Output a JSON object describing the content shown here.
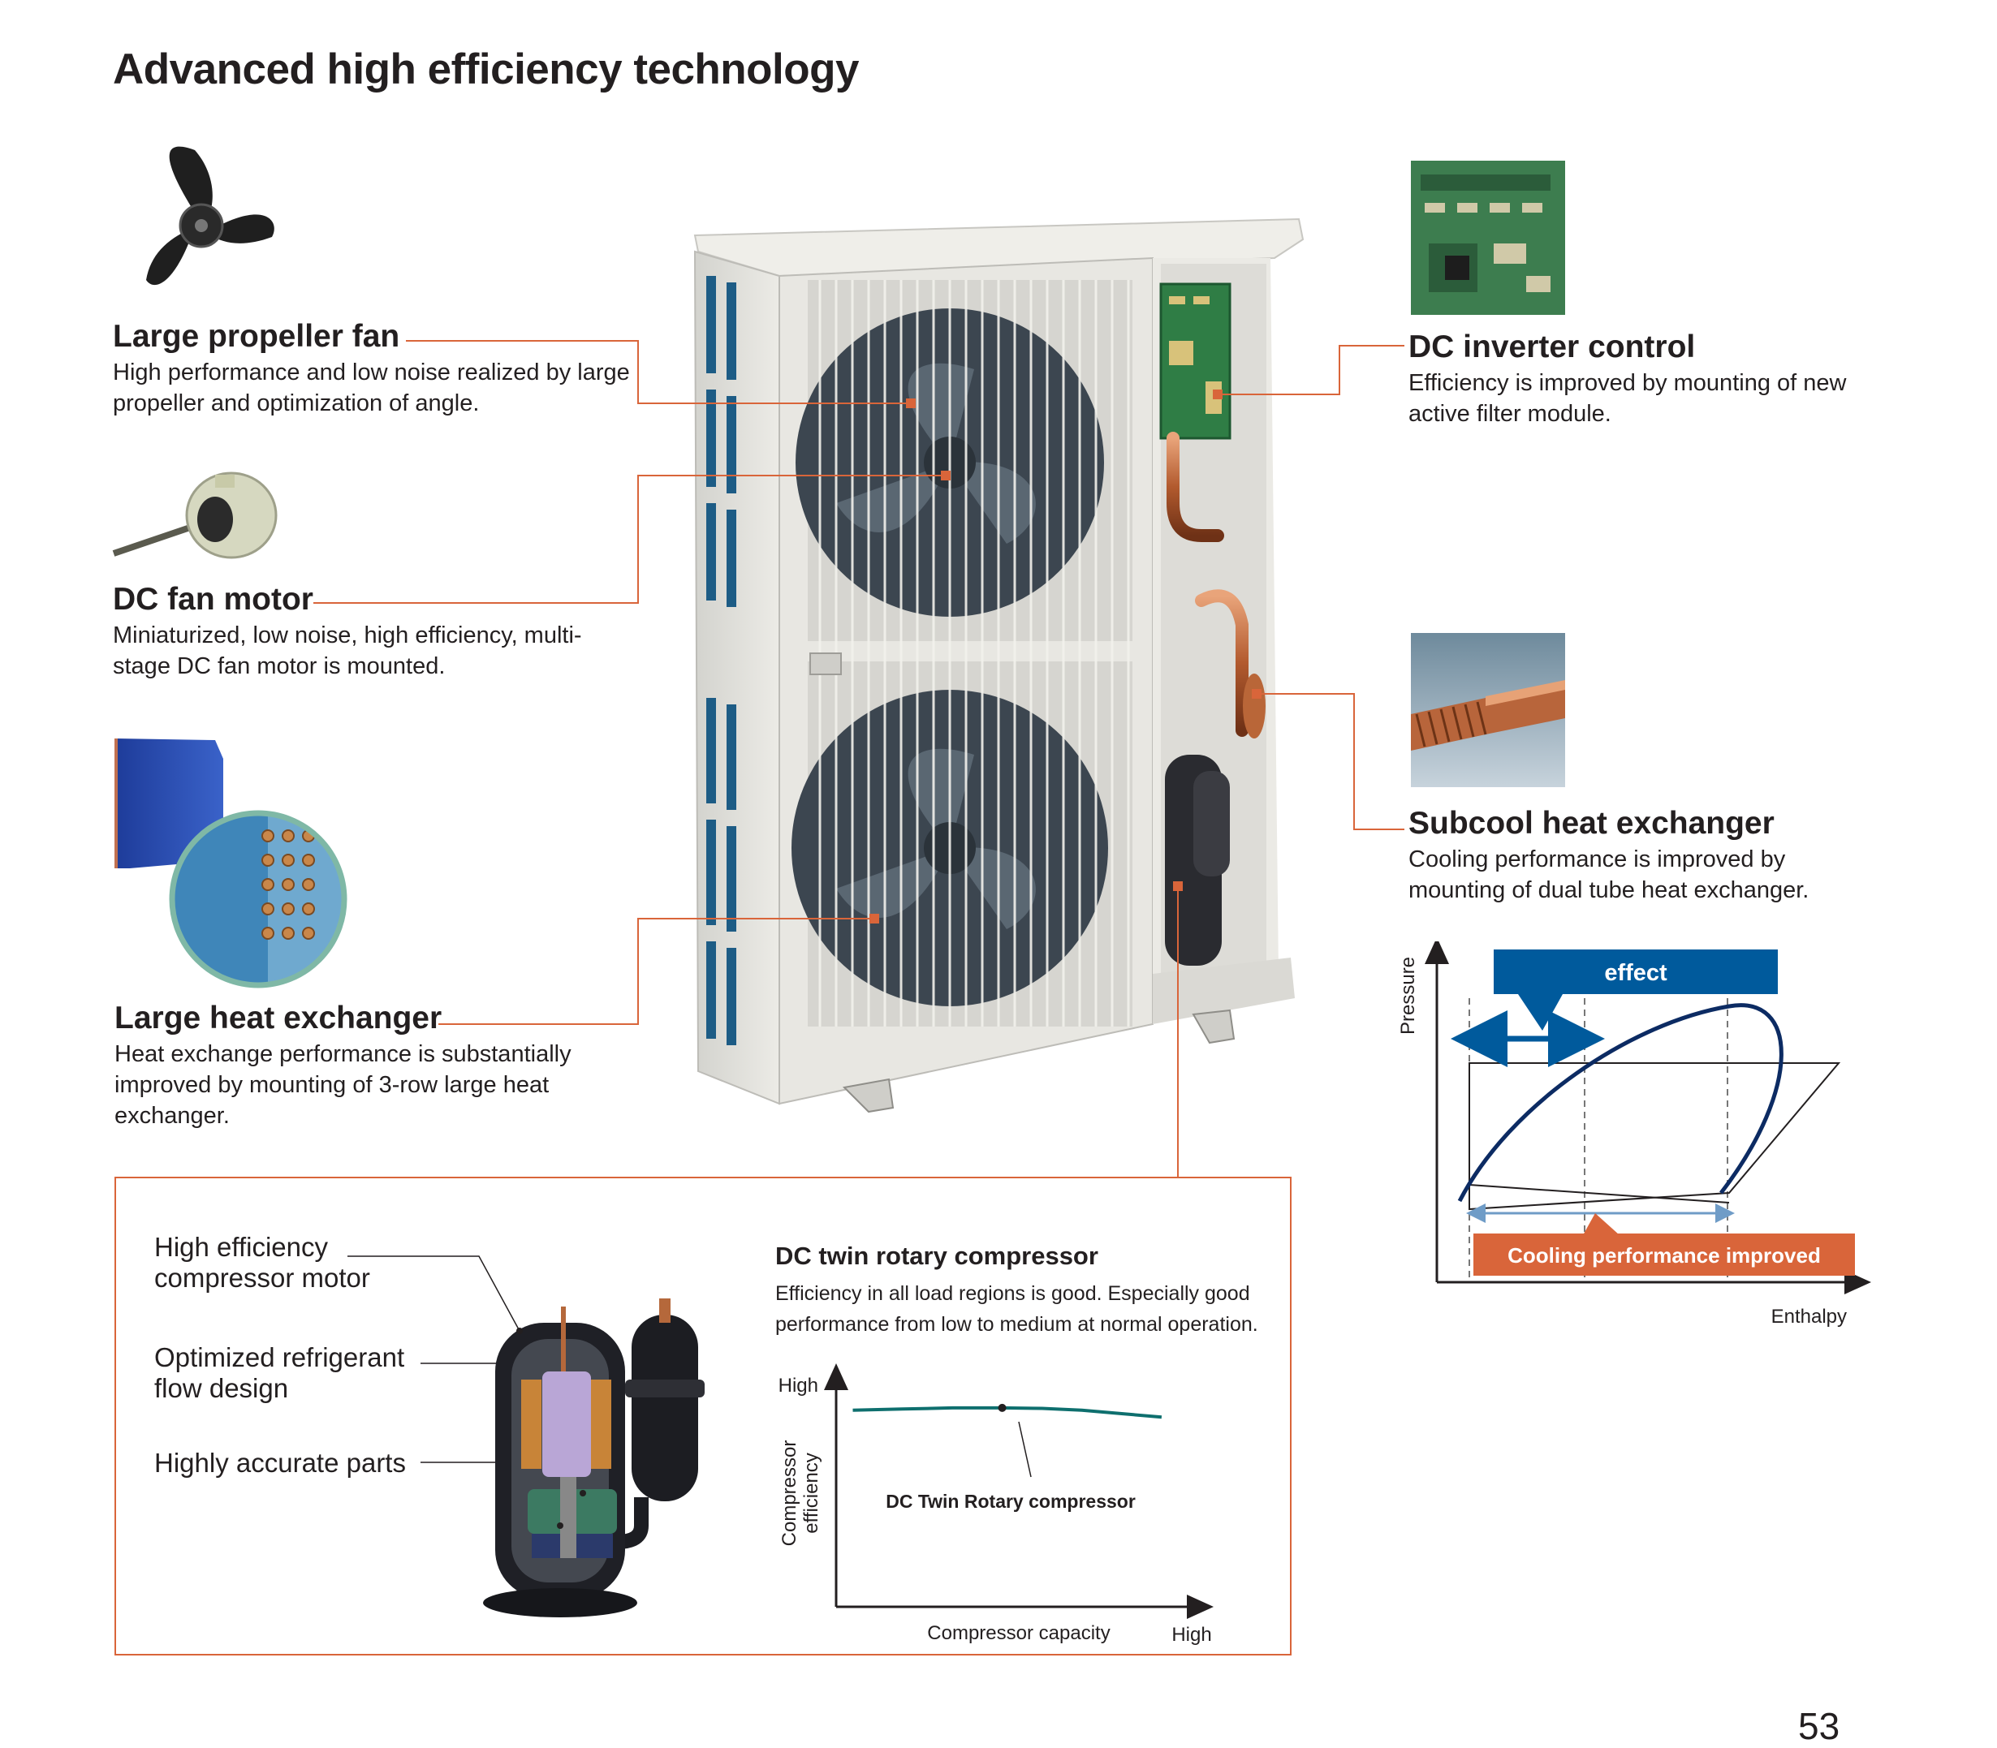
{
  "page": {
    "title": "Advanced high efficiency technology",
    "page_number": "53"
  },
  "features": {
    "propeller_fan": {
      "title": "Large propeller fan",
      "desc": "High performance and low noise realized by large propeller and optimization of angle."
    },
    "fan_motor": {
      "title": "DC fan motor",
      "desc": "Miniaturized, low noise, high efficiency, multi-stage DC fan motor is mounted."
    },
    "heat_exchanger": {
      "title": "Large heat exchanger",
      "desc": "Heat exchange performance is substantially improved by mounting of 3-row large heat exchanger."
    },
    "inverter": {
      "title": "DC inverter control",
      "desc": "Efficiency is improved by mounting of new active filter module."
    },
    "subcool": {
      "title": "Subcool heat exchanger",
      "desc": "Cooling performance is improved by mounting of dual tube heat exchanger."
    }
  },
  "ph_diagram": {
    "effect_label": "effect",
    "cooling_label": "Cooling performance improved",
    "y_label": "Pressure",
    "x_label": "Enthalpy",
    "colors": {
      "blue": "#005a9c",
      "orange": "#d9653a"
    }
  },
  "compressor": {
    "labels": [
      "High efficiency compressor motor",
      "Optimized refrigerant flow design",
      "Highly accurate parts"
    ],
    "label_lines": [
      [
        "High efficiency",
        "compressor motor"
      ],
      [
        "Optimized refrigerant",
        "flow design"
      ],
      [
        "Highly accurate parts"
      ]
    ],
    "chart_title": "DC twin rotary compressor",
    "chart_desc": "Efficiency in all load regions is good. Especially good performance from low to medium at normal operation."
  },
  "chart_data": {
    "type": "line",
    "title": "DC twin rotary compressor",
    "xlabel": "Compressor capacity",
    "ylabel": "Compressor efficiency",
    "ylabel_lines": [
      "Compressor",
      "efficiency"
    ],
    "x_tick_labels": [
      "High"
    ],
    "y_tick_labels": [
      "High"
    ],
    "series": [
      {
        "name": "DC Twin Rotary compressor",
        "x": [
          0.05,
          0.2,
          0.35,
          0.5,
          0.62,
          0.74,
          0.86,
          0.98
        ],
        "y": [
          0.85,
          0.855,
          0.86,
          0.86,
          0.858,
          0.85,
          0.835,
          0.82
        ]
      }
    ],
    "xlim": [
      0,
      1.1
    ],
    "ylim": [
      0,
      1.0
    ],
    "grid": false
  }
}
